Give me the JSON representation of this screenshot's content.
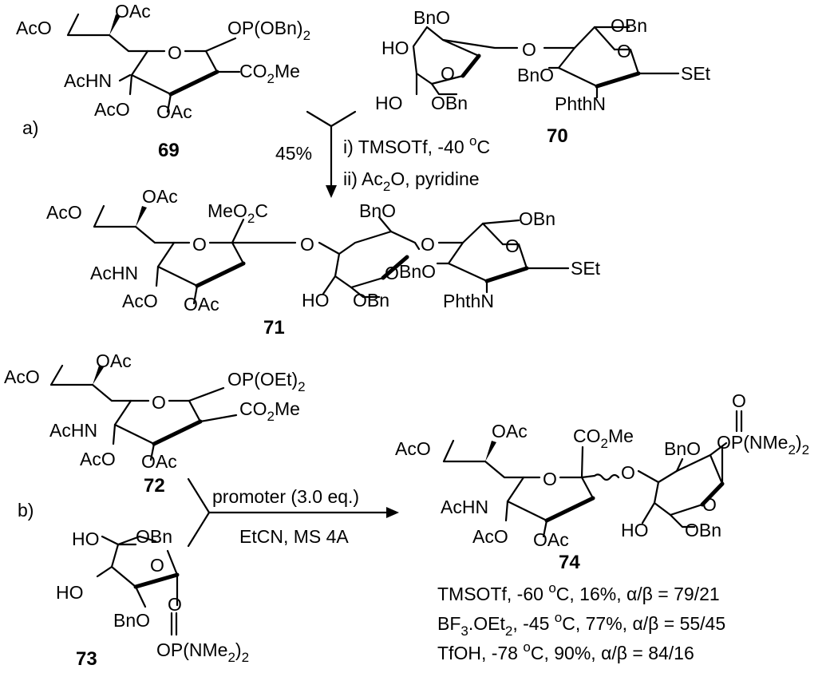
{
  "part_labels": {
    "a": "a)",
    "b": "b)"
  },
  "compounds": {
    "c69": {
      "number": "69",
      "labels": {
        "aco_top": "AcO",
        "oac_top": "OAc",
        "op": "OP(OBn)",
        "op_sub": "2",
        "ring_o": "O",
        "co2me": "CO",
        "co2me_sub": "2",
        "co2me_end": "Me",
        "achn": "AcHN",
        "aco": "AcO",
        "oac": "OAc"
      }
    },
    "c70": {
      "number": "70",
      "labels": {
        "bno_top": "BnO",
        "ho_top": "HO",
        "ring_o1": "O",
        "ho_bot": "HO",
        "obn_bot": "OBn",
        "link_o": "O",
        "obn_top": "OBn",
        "bno_mid": "BnO",
        "ring_o2": "O",
        "set": "SEt",
        "phthn": "PhthN"
      }
    },
    "c71": {
      "number": "71",
      "labels": {
        "aco_top": "AcO",
        "oac_top": "OAc",
        "meo2c": "MeO",
        "meo2c_sub": "2",
        "meo2c_end": "C",
        "ring_o1": "O",
        "achn": "AcHN",
        "aco": "AcO",
        "oac": "OAc",
        "link_o1": "O",
        "bno_top": "BnO",
        "ring_o2": "O",
        "ho": "HO",
        "obn": "OBn",
        "link_o2": "O",
        "obn_top": "OBn",
        "bno_mid": "BnO",
        "ring_o3": "O",
        "set": "SEt",
        "phthn": "PhthN"
      }
    },
    "c72": {
      "number": "72",
      "labels": {
        "aco_top": "AcO",
        "oac_top": "OAc",
        "op": "OP(OEt)",
        "op_sub": "2",
        "ring_o": "O",
        "co2me": "CO",
        "co2me_sub": "2",
        "co2me_end": "Me",
        "achn": "AcHN",
        "aco": "AcO",
        "oac": "OAc"
      }
    },
    "c73": {
      "number": "73",
      "labels": {
        "ho_top": "HO",
        "obn": "OBn",
        "ring_o": "O",
        "ho_mid": "HO",
        "bno": "BnO",
        "p_o": "O",
        "op": "OP(NMe",
        "op_sub": "2",
        "op_end": ")",
        "op_sub2": "2"
      }
    },
    "c74": {
      "number": "74",
      "labels": {
        "aco_top": "AcO",
        "oac_top": "OAc",
        "co2me": "CO",
        "co2me_sub": "2",
        "co2me_end": "Me",
        "ring_o1": "O",
        "achn": "AcHN",
        "aco": "AcO",
        "oac": "OAc",
        "link_o": "O",
        "bno": "BnO",
        "p_o": "O",
        "op": "OP(NMe",
        "op_sub": "2",
        "op_end": ")",
        "op_sub2": "2",
        "ring_o2": "O",
        "ho": "HO",
        "obn": "OBn"
      }
    }
  },
  "reaction_a": {
    "yield": "45%",
    "step1": "i) TMSOTf, -40 ",
    "step1_sup": "o",
    "step1_end": "C",
    "step2": "ii) Ac",
    "step2_sub": "2",
    "step2_end": "O, pyridine"
  },
  "reaction_b": {
    "above": "promoter (3.0 eq.)",
    "below": "EtCN, MS 4A"
  },
  "results": [
    {
      "promoter": "TMSOTf",
      "promoter_sub": "",
      "promoter_end": "",
      "temp": ", -60 ",
      "deg": "o",
      "rest": "C, 16%, ",
      "ratio_label": "α/β",
      "ratio": " = 79/21"
    },
    {
      "promoter": "BF",
      "promoter_sub": "3",
      "promoter_end": ".OEt",
      "promoter_sub2": "2",
      "temp": ", -45 ",
      "deg": "o",
      "rest": "C, 77%, ",
      "ratio_label": "α/β",
      "ratio": " = 55/45"
    },
    {
      "promoter": "TfOH",
      "promoter_sub": "",
      "promoter_end": "",
      "temp": ", -78 ",
      "deg": "o",
      "rest": "C, 90%, ",
      "ratio_label": "α/β",
      "ratio": " = 84/16"
    }
  ]
}
